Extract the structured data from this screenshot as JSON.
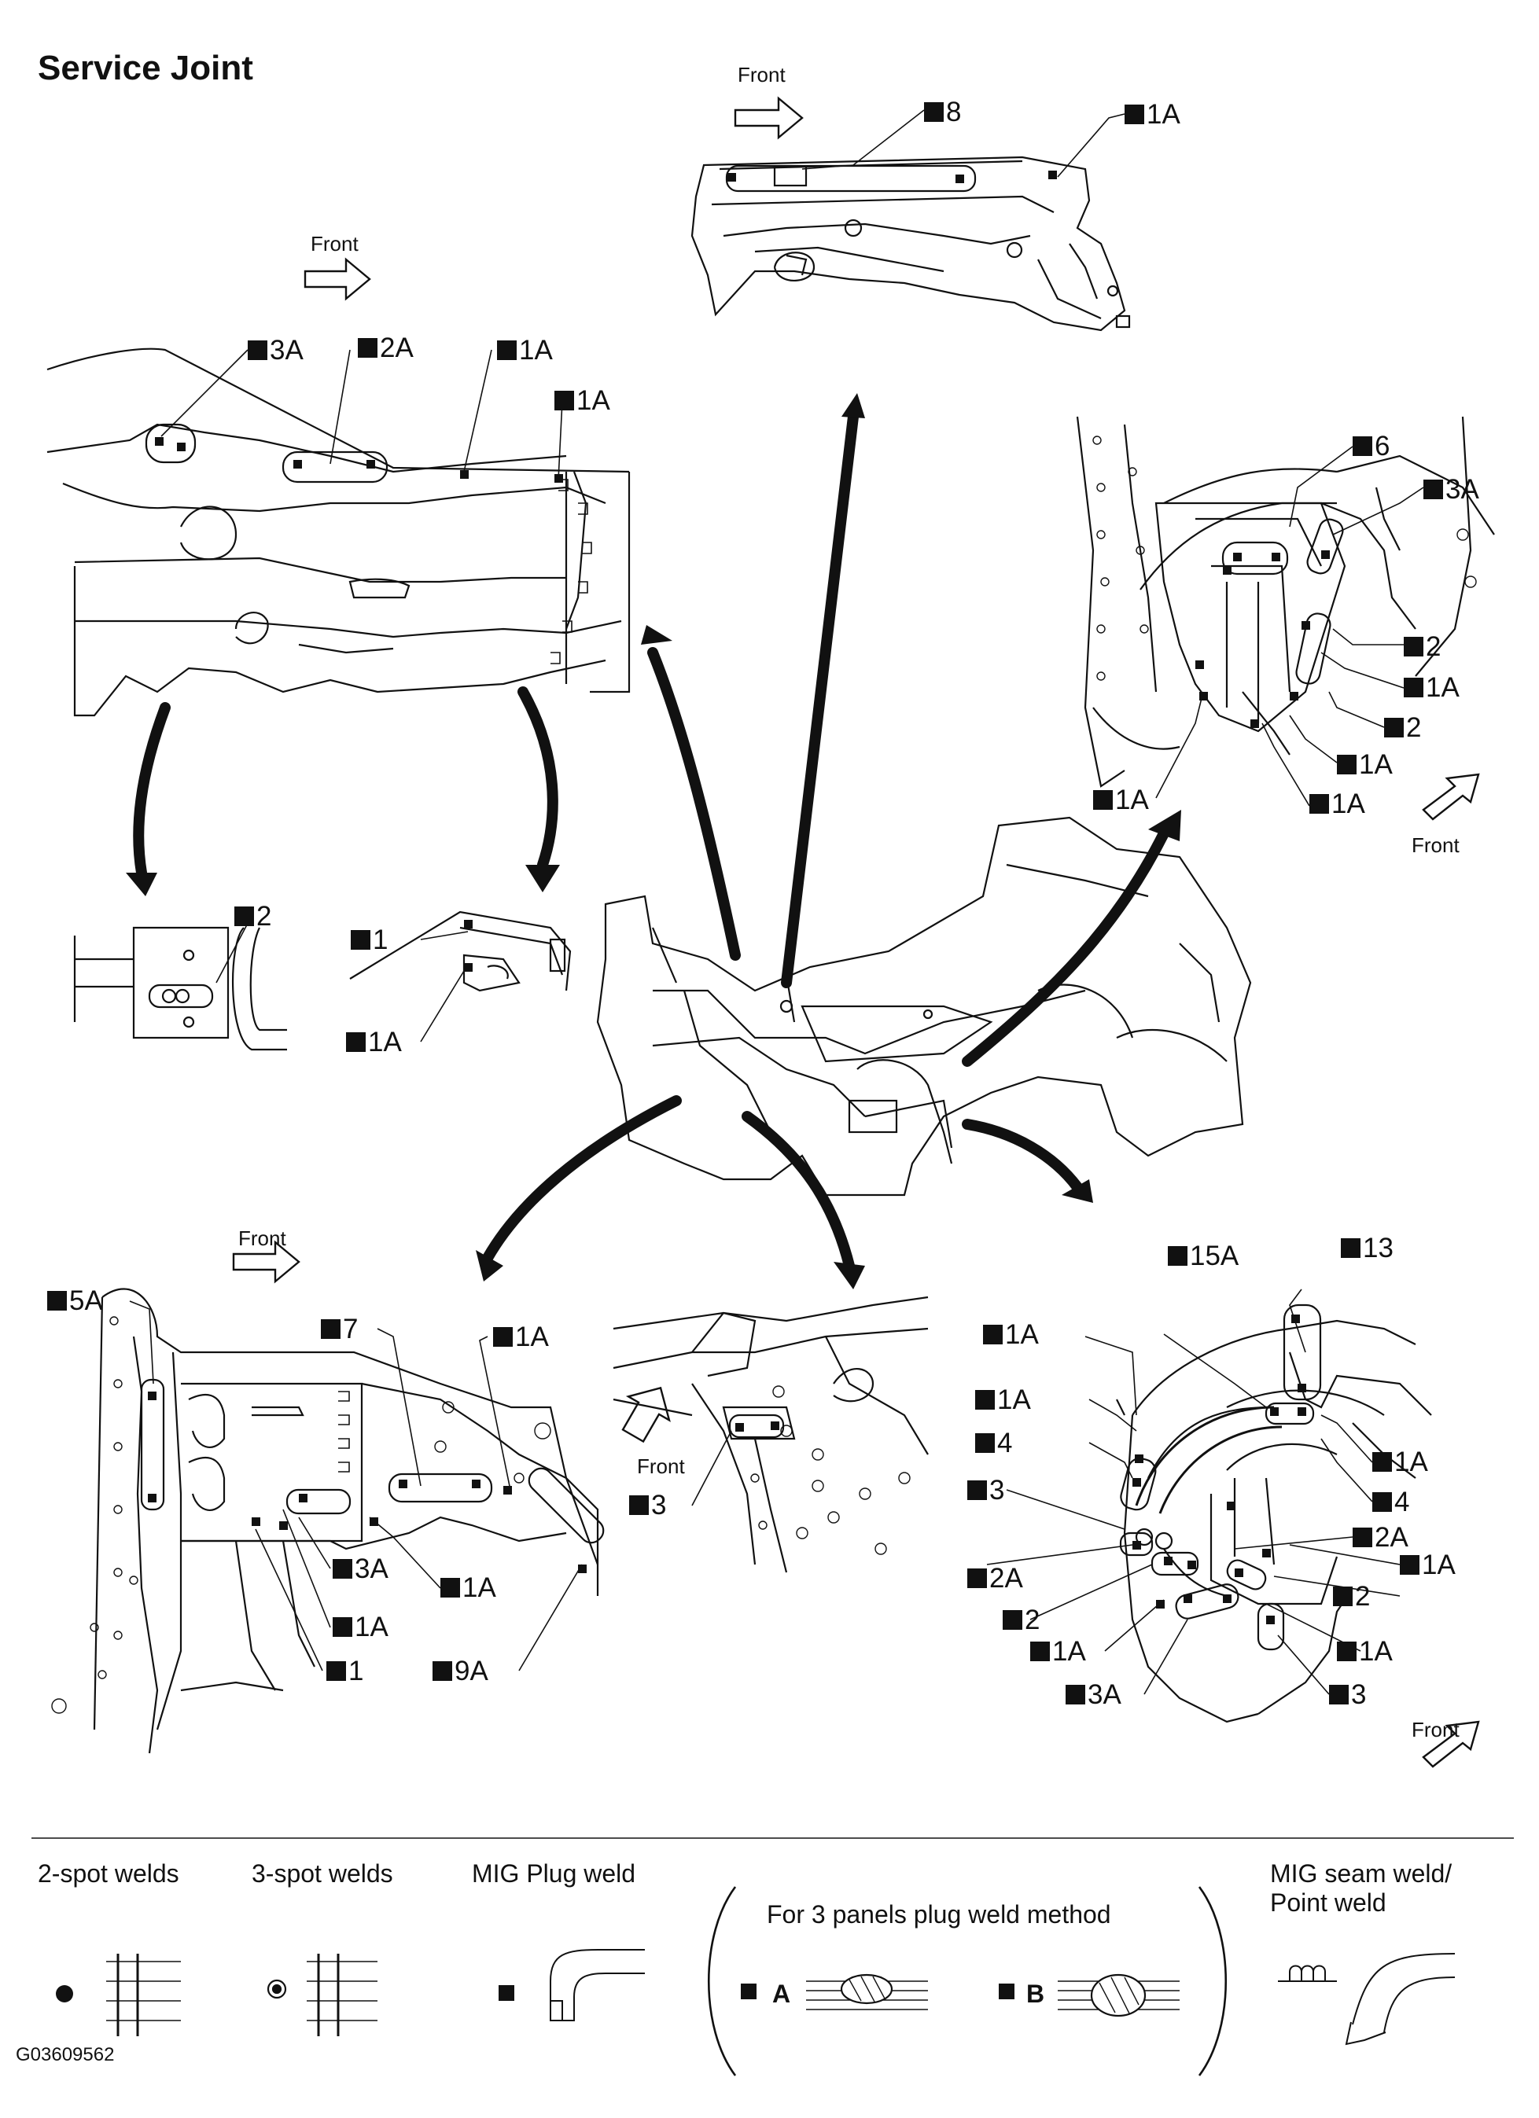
{
  "title": "Service Joint",
  "front_label": "Front",
  "diagrams": {
    "top_center": {
      "labels": [
        "8",
        "1A"
      ]
    },
    "top_left": {
      "labels": [
        "3A",
        "2A",
        "1A",
        "1A"
      ]
    },
    "top_right": {
      "labels": [
        "6",
        "3A",
        "2",
        "1A",
        "2",
        "1A",
        "1A",
        "1A"
      ]
    },
    "mid_left_a": {
      "labels": [
        "2"
      ]
    },
    "mid_left_b": {
      "labels": [
        "1",
        "1A"
      ]
    },
    "bottom_left": {
      "labels": [
        "5A",
        "7",
        "1A",
        "3A",
        "1A",
        "1A",
        "1",
        "9A"
      ]
    },
    "bottom_center": {
      "labels": [
        "3"
      ]
    },
    "bottom_right": {
      "labels": [
        "15A",
        "13",
        "1A",
        "1A",
        "4",
        "3",
        "1A",
        "4",
        "2A",
        "1A",
        "2A",
        "2",
        "2",
        "1A",
        "1A",
        "3A",
        "3"
      ]
    }
  },
  "legend": {
    "spot2": "2-spot welds",
    "spot3": "3-spot welds",
    "mig_plug": "MIG Plug weld",
    "three_panels": "For 3 panels plug weld method",
    "method_a": "A",
    "method_b": "B",
    "mig_seam": "MIG seam weld/",
    "point_weld": "Point weld"
  },
  "figure_code": "G03609562"
}
